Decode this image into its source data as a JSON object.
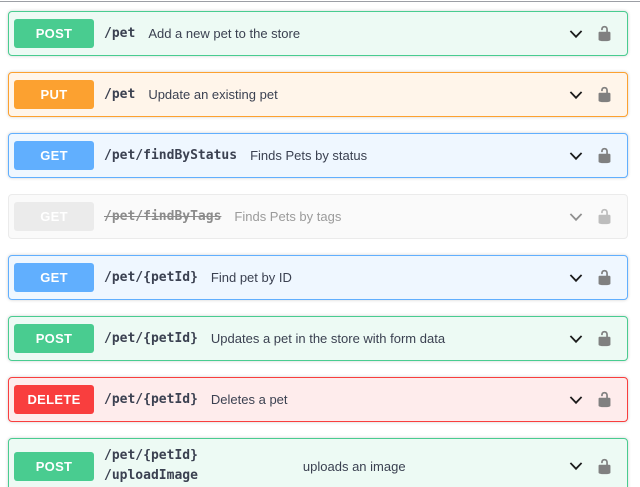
{
  "colors": {
    "post": "#49cc90",
    "put": "#fca130",
    "get": "#61affe",
    "delete": "#f93e3e",
    "deprecated_badge": "#ebebeb",
    "post_row_bg": "#edfaf4",
    "put_row_bg": "#fff5ea",
    "get_row_bg": "#eff7ff",
    "delete_row_bg": "#feecec",
    "path_text": "#3b4151"
  },
  "icons": {
    "expand": "chevron-down-icon",
    "auth": "unlock-icon"
  },
  "endpoints": [
    {
      "method": "POST",
      "path": "/pet",
      "description": "Add a new pet to the store",
      "deprecated": false
    },
    {
      "method": "PUT",
      "path": "/pet",
      "description": "Update an existing pet",
      "deprecated": false
    },
    {
      "method": "GET",
      "path": "/pet/findByStatus",
      "description": "Finds Pets by status",
      "deprecated": false
    },
    {
      "method": "GET",
      "path": "/pet/findByTags",
      "description": "Finds Pets by tags",
      "deprecated": true
    },
    {
      "method": "GET",
      "path": "/pet/{petId}",
      "description": "Find pet by ID",
      "deprecated": false
    },
    {
      "method": "POST",
      "path": "/pet/{petId}",
      "description": "Updates a pet in the store with form data",
      "deprecated": false
    },
    {
      "method": "DELETE",
      "path": "/pet/{petId}",
      "description": "Deletes a pet",
      "deprecated": false
    },
    {
      "method": "POST",
      "path": "/pet/{petId}/uploadImage",
      "path_lines": [
        "/pet/{petId}",
        "/uploadImage"
      ],
      "description": "uploads an image",
      "deprecated": false
    }
  ]
}
